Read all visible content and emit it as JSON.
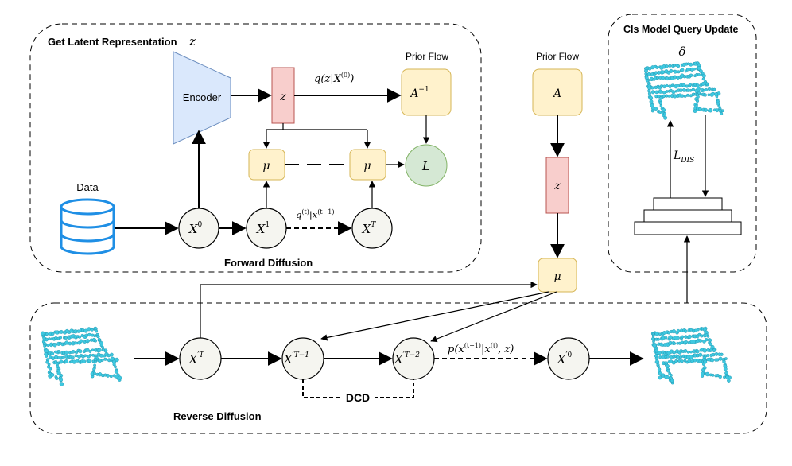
{
  "sections": {
    "latent_title": "Get Latent Representation",
    "latent_symbol": "z",
    "forward_title": "Forward Diffusion",
    "reverse_title": "Reverse Diffusion",
    "cls_title": "Cls Model Query Update"
  },
  "labels": {
    "data": "Data",
    "encoder": "Encoder",
    "prior_flow_left": "Prior Flow",
    "prior_flow_right": "Prior Flow",
    "z_top": "z",
    "z_right": "z",
    "q_z": "q(z|X",
    "q_z_sup": "(0)",
    "q_z_close": ")",
    "a_inv": "A",
    "a_inv_sup": "−1",
    "a": "A",
    "L": "L",
    "mu1": "μ",
    "mu2": "μ",
    "mu3": "μ",
    "delta": "δ",
    "l_dis": "L",
    "l_dis_sub": "DIS",
    "dcd": "DCD",
    "fwd_trans": "q",
    "fwd_trans_sup1": "(t)",
    "fwd_trans_mid": "|x",
    "fwd_trans_sup2": "(t−1)",
    "rev_trans_a": "p(x",
    "rev_trans_sup1": "(t−1)",
    "rev_trans_b": "|x",
    "rev_trans_sup2": "(t)",
    "rev_trans_c": ", z)"
  },
  "nodes": {
    "x0": {
      "base": "X",
      "sup": "0"
    },
    "x1": {
      "base": "X",
      "sup": "1"
    },
    "xT": {
      "base": "X",
      "sup": "T"
    },
    "xpT": {
      "base": "X",
      "sup": "′T"
    },
    "xpT1": {
      "base": "X",
      "sup": "′T−1"
    },
    "xpT2": {
      "base": "X",
      "sup": "′T−2"
    },
    "xp0": {
      "base": "X",
      "sup": "′0"
    }
  },
  "colors": {
    "encoder_fill": "#dae8fc",
    "encoder_stroke": "#6c8ebf",
    "z_fill": "#f8cecc",
    "z_stroke": "#b85450",
    "prior_fill": "#fff2cc",
    "prior_stroke": "#d6b656",
    "L_fill": "#d5e8d4",
    "L_stroke": "#82b366",
    "node_fill": "#f5f5f0",
    "database": "#1f8fe5",
    "point_cloud": "#3ec8e0"
  }
}
